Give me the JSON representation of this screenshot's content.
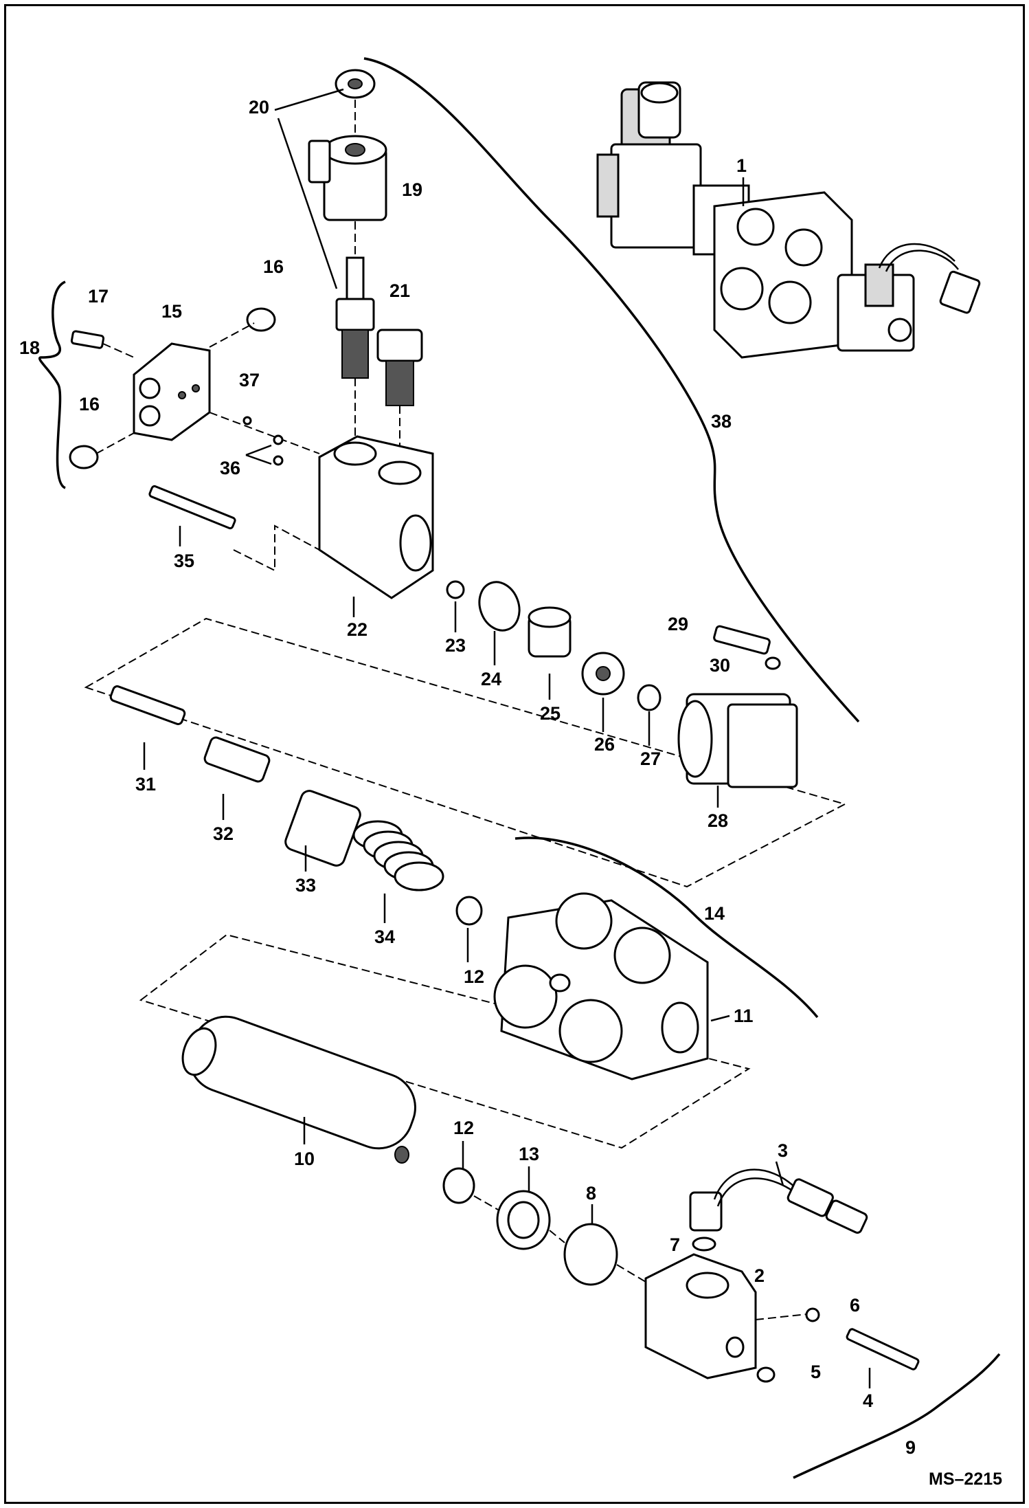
{
  "figure_id": "MS–2215",
  "callouts": {
    "c1": "1",
    "c2": "2",
    "c3": "3",
    "c4": "4",
    "c5": "5",
    "c6": "6",
    "c7": "7",
    "c8": "8",
    "c9": "9",
    "c10": "10",
    "c11": "11",
    "c12a": "12",
    "c12b": "12",
    "c13": "13",
    "c14": "14",
    "c15": "15",
    "c16a": "16",
    "c16b": "16",
    "c17": "17",
    "c18": "18",
    "c19": "19",
    "c20": "20",
    "c21": "21",
    "c22": "22",
    "c23": "23",
    "c24": "24",
    "c25": "25",
    "c26": "26",
    "c27": "27",
    "c28": "28",
    "c29": "29",
    "c30": "30",
    "c31": "31",
    "c32": "32",
    "c33": "33",
    "c34": "34",
    "c35": "35",
    "c36": "36",
    "c37": "37",
    "c38": "38"
  }
}
